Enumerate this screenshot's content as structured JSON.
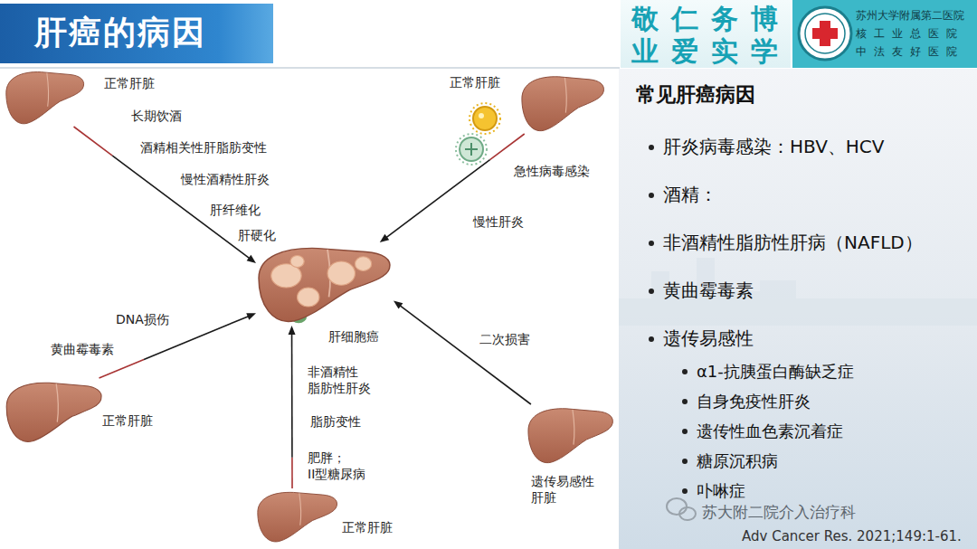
{
  "diagram": {
    "title": "肝癌的病因",
    "caption": "Adv Cancer Res. 2021;149:1-61.",
    "nodes": [
      {
        "text": [
          "正常肝脏"
        ]
      },
      {
        "text": [
          "正常肝脏"
        ]
      },
      {
        "text": [
          "肝细胞癌"
        ]
      },
      {
        "text": [
          "正常肝脏"
        ]
      },
      {
        "text": [
          "遗传易感性 肝脏"
        ]
      },
      {
        "text": [
          "正常肝脏"
        ]
      }
    ],
    "edges": [
      {
        "from": 0,
        "to": 2,
        "arrow": "to"
      },
      {
        "from": 1,
        "to": 2,
        "arrow": "to"
      },
      {
        "from": 3,
        "to": 2,
        "arrow": "to"
      },
      {
        "from": 4,
        "to": 2,
        "arrow": "to"
      },
      {
        "from": 5,
        "to": 2,
        "arrow": "to"
      }
    ],
    "labels": [
      "敬仁务博",
      "业爱实学",
      "苏州大学附属第二医院",
      "核工业总医院",
      "中法友好医院",
      "长期饮酒",
      "酒精相关性肝脂肪变性",
      "慢性酒精性肝炎",
      "肝纤维化",
      "肝硬化",
      "急性病毒感染",
      "慢性肝炎",
      "DNA损伤",
      "黄曲霉毒素",
      "二次损害",
      "非酒精性 脂肪性肝炎",
      "脂肪变性",
      "肥胖； II型糖尿病",
      "常见肝癌病因",
      "肝炎病毒感染：HBV、HCV",
      "酒精：",
      "非酒精性脂肪性肝病（NAFLD）",
      "黄曲霉毒素",
      "遗传易感性",
      "α1-抗胰蛋白酶缺乏症",
      "自身免疫性肝炎",
      "遗传性血色素沉着症",
      "糖原沉积病",
      "卟啉症",
      "苏大附二院介入治疗科"
    ]
  }
}
